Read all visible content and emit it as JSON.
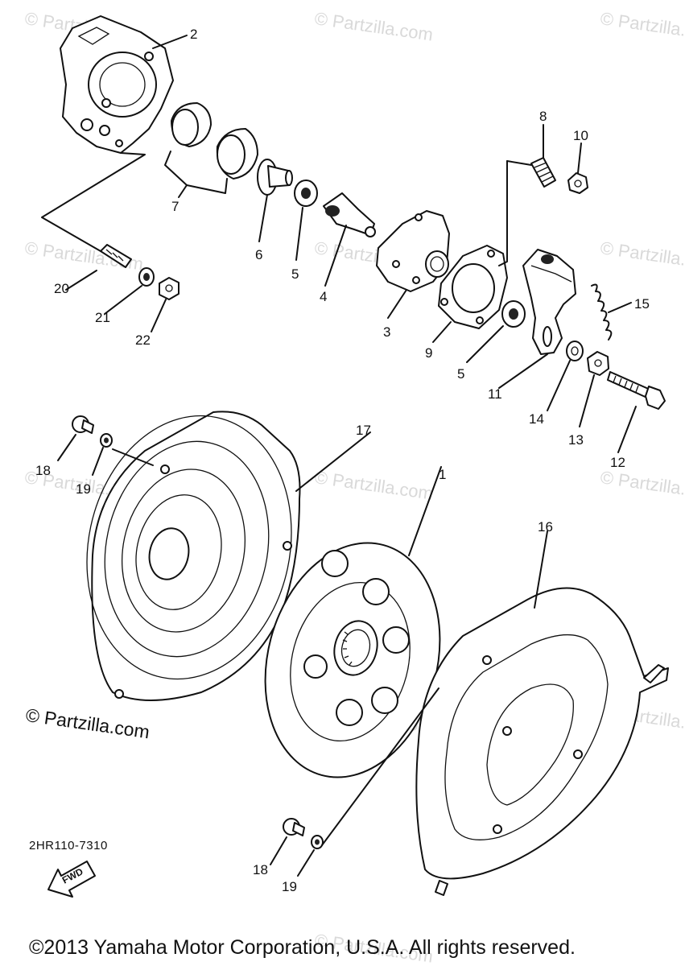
{
  "watermark": "© Partzilla.com",
  "watermark_large": "© Partzilla.com",
  "diagram_code": "2HR110-7310",
  "fwd_label": "FWD",
  "copyright": "©2013  Yamaha Motor Corporation, U.S.A. All rights reserved.",
  "callouts": {
    "c1": "1",
    "c2": "2",
    "c3": "3",
    "c4": "4",
    "c5a": "5",
    "c5b": "5",
    "c6": "6",
    "c7": "7",
    "c8": "8",
    "c9": "9",
    "c10": "10",
    "c11": "11",
    "c12": "12",
    "c13": "13",
    "c14": "14",
    "c15": "15",
    "c16": "16",
    "c17": "17",
    "c18a": "18",
    "c18b": "18",
    "c19a": "19",
    "c19b": "19",
    "c20": "20",
    "c21": "21",
    "c22": "22"
  }
}
